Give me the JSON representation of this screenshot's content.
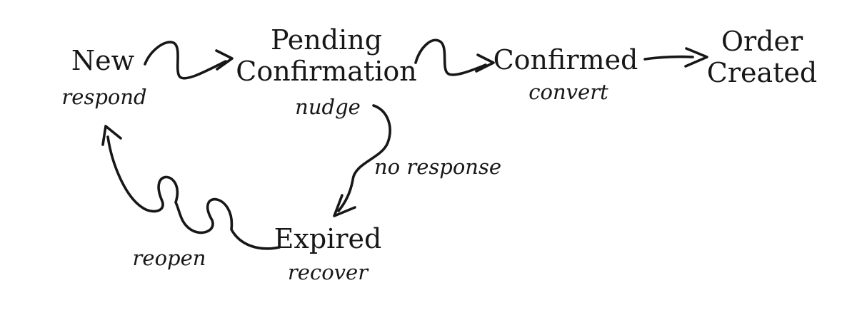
{
  "colors": {
    "ink": "#171717",
    "background": "#ffffff"
  },
  "states": {
    "new": {
      "label": "New",
      "action": "respond"
    },
    "pending_confirmation": {
      "label_line1": "Pending",
      "label_line2": "Confirmation",
      "action": "nudge"
    },
    "confirmed": {
      "label": "Confirmed",
      "action": "convert"
    },
    "order_created": {
      "label_line1": "Order",
      "label_line2": "Created"
    },
    "expired": {
      "label": "Expired",
      "action": "recover"
    }
  },
  "transitions": {
    "new_to_pending": {
      "from": "New",
      "to": "Pending Confirmation",
      "label": ""
    },
    "pending_to_confirmed": {
      "from": "Pending Confirmation",
      "to": "Confirmed",
      "label": ""
    },
    "confirmed_to_order": {
      "from": "Confirmed",
      "to": "Order Created",
      "label": ""
    },
    "pending_to_expired": {
      "from": "Pending Confirmation",
      "to": "Expired",
      "label": "no response"
    },
    "expired_to_new": {
      "from": "Expired",
      "to": "New",
      "label": "reopen"
    }
  }
}
